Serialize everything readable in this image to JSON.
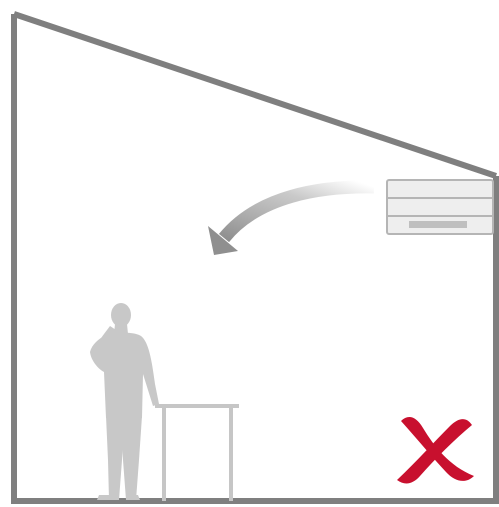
{
  "diagram": {
    "elements": [
      "room-outline",
      "sloped-ceiling",
      "air-conditioner-unit",
      "airflow-arrow",
      "person",
      "table",
      "incorrect-mark"
    ],
    "colors": {
      "wall": "#7f7f7f",
      "ac_body": "#eeeeee",
      "ac_border": "#b5b5b5",
      "ac_vent": "#bfbfbf",
      "arrow": "#a6a6a6",
      "person": "#c8c8c8",
      "table": "#c6c6c6",
      "mark": "#c8102e"
    },
    "icons": {
      "air_conditioner": "air-conditioner-icon",
      "arrow": "curved-arrow-icon",
      "person": "person-on-phone-icon",
      "table": "table-icon",
      "mark": "red-x-icon"
    },
    "status": "incorrect"
  }
}
